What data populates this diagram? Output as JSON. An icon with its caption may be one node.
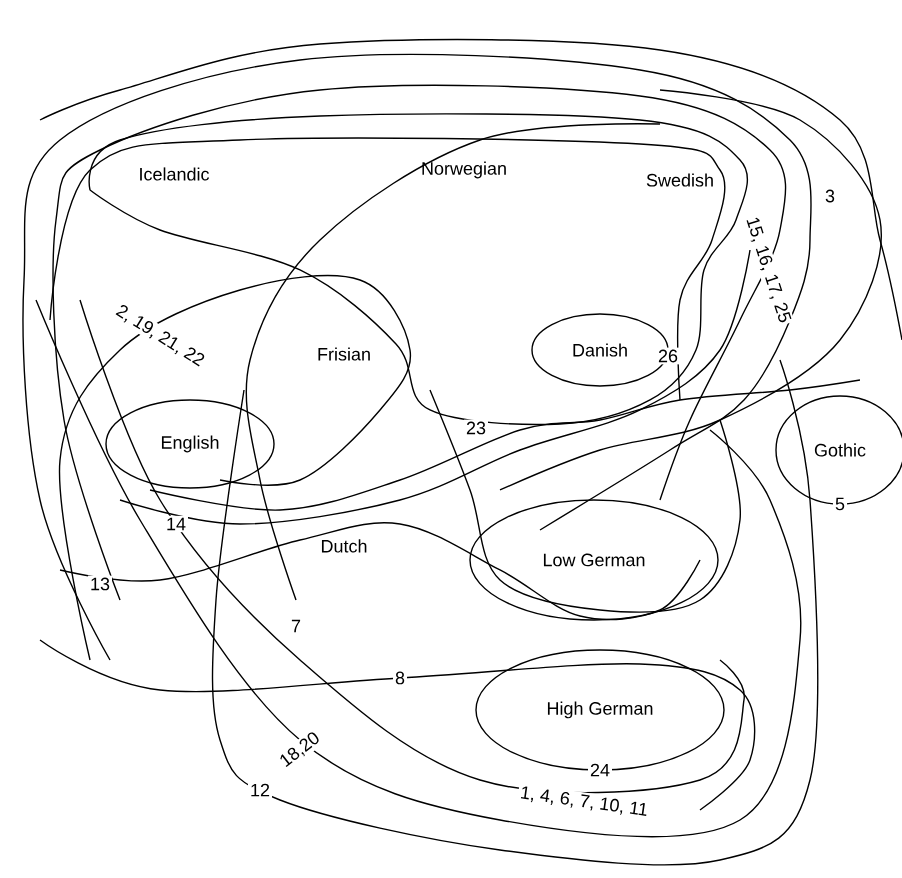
{
  "diagram": {
    "nodes": [
      {
        "text": [
          "English"
        ]
      },
      {
        "text": [
          "Danish"
        ]
      },
      {
        "text": [
          "Gothic"
        ]
      },
      {
        "text": [
          "Low German"
        ]
      },
      {
        "text": [
          "High German"
        ]
      }
    ],
    "edges": [],
    "labels": [
      "Icelandic",
      "Norwegian",
      "Swedish",
      "3",
      "15, 16, 17, 25",
      "2, 19, 21, 22",
      "Frisian",
      "23",
      "14",
      "Dutch",
      "13",
      "7",
      "8",
      "18,20",
      "12",
      "1, 4, 6, 7, 10, 11",
      "26",
      "5",
      "24"
    ]
  }
}
